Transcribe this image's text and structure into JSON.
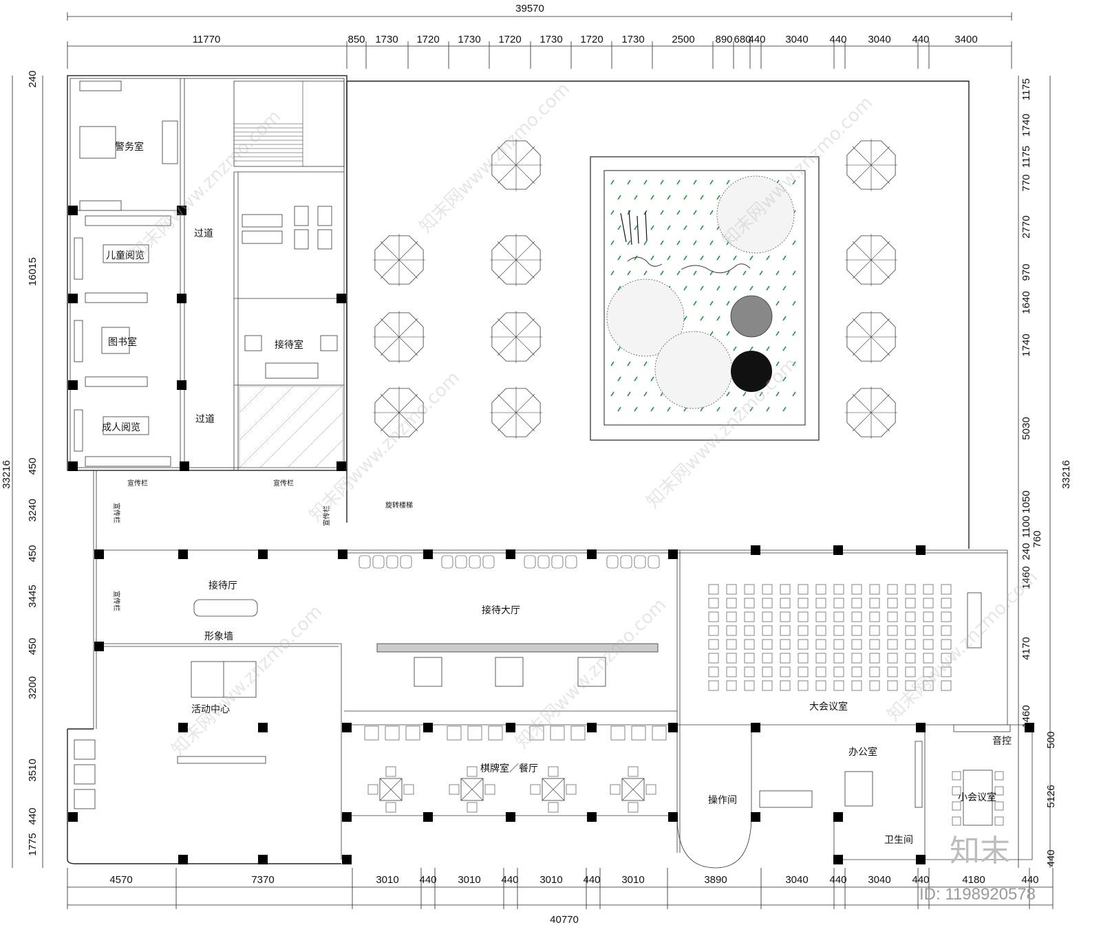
{
  "dims": {
    "overall_top": "39570",
    "overall_bottom": "40770",
    "overall_left": "33216",
    "overall_right": "33216",
    "top_segments": [
      "11770",
      "850",
      "1730",
      "1720",
      "1730",
      "1720",
      "1730",
      "1720",
      "1730",
      "2500",
      "890",
      "680",
      "440",
      "3040",
      "440",
      "3040",
      "440",
      "3400"
    ],
    "bottom_segments": [
      "4570",
      "7370",
      "3010",
      "440",
      "3010",
      "440",
      "3010",
      "440",
      "3010",
      "3890",
      "3040",
      "440",
      "3040",
      "440",
      "4180",
      "440"
    ],
    "left_segments": [
      "240",
      "16015",
      "450",
      "3240",
      "450",
      "3445",
      "450",
      "3200",
      "3510",
      "440",
      "1775"
    ],
    "right_segments": [
      "1175",
      "1740",
      "1175",
      "770",
      "2770",
      "970",
      "1640",
      "1740",
      "5030",
      "1050",
      "1100",
      "240",
      "760",
      "1460",
      "4170",
      "1460",
      "500",
      "5126",
      "440"
    ]
  },
  "rooms": {
    "security": "警务室",
    "children_reading": "儿童阅览",
    "library": "图书室",
    "adult_reading": "成人阅览",
    "corridor_upper": "过道",
    "corridor_lower": "过道",
    "reception_room": "接待室",
    "publicity_a": "宣传栏",
    "publicity_b": "宣传栏",
    "publicity_c": "宣传栏",
    "publicity_d": "宣传栏",
    "publicity_e": "宣传栏",
    "spiral_stair": "旋转楼梯",
    "reception_hall": "接待厅",
    "image_wall": "形象墙",
    "lobby": "接待大厅",
    "big_meeting": "大会议室",
    "activity_center": "活动中心",
    "chess_dining": "棋牌室／餐厅",
    "operation_room": "操作间",
    "office": "办公室",
    "sound_control": "音控",
    "small_meeting": "小会议室",
    "toilet": "卫生间"
  },
  "watermark": {
    "text": "知末网www.znzmo.com",
    "brand": "知末",
    "id": "ID: 1198920578"
  }
}
